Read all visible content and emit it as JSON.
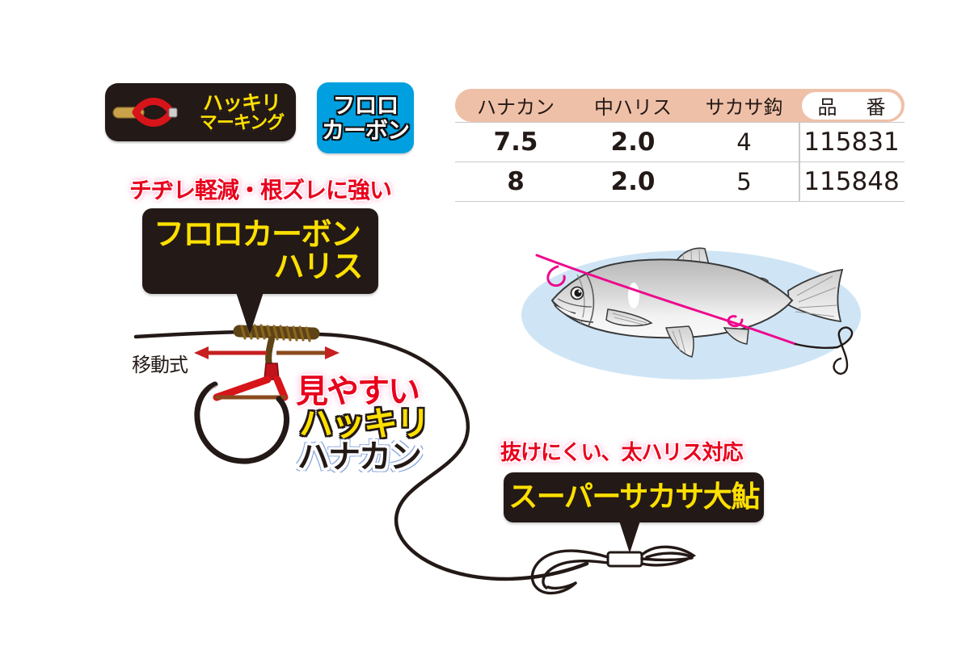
{
  "badges": {
    "marking": {
      "line1": "ハッキリ",
      "line2": "マーキング",
      "icon": "hanakan-ring-icon",
      "bg_color": "#231916",
      "text_color": "#FFE000"
    },
    "fluorocarbon": {
      "line1": "フロロ",
      "line2": "カーボン",
      "bg_color": "#00A0E0",
      "text_color": "#FFFFFF"
    }
  },
  "spec_table": {
    "header_bg": "#EFC0A8",
    "headers": [
      "ハナカン",
      "中ハリス",
      "サカサ鈎",
      "品　番"
    ],
    "rows": [
      {
        "hanakan": "7.5",
        "naka_harisu": "2.0",
        "sakasa_bari": "4",
        "hinban": "115831"
      },
      {
        "hanakan": "8",
        "naka_harisu": "2.0",
        "sakasa_bari": "5",
        "hinban": "115848"
      }
    ]
  },
  "callouts": {
    "fluoro": {
      "headline": "チヂレ軽減・根ズレに強い",
      "box_line1": "フロロカーボン",
      "box_line2": "ハリス",
      "headline_color": "#E8001C",
      "box_bg": "#231916",
      "box_text_color": "#FFE000"
    },
    "sakasa": {
      "headline": "抜けにくい、太ハリス対応",
      "box_line1": "スーパーサカサ大鮎",
      "headline_color": "#E8001C",
      "box_bg": "#231916",
      "box_text_color": "#FFE000"
    }
  },
  "wordmark_hanakan": {
    "line1": "見やすい",
    "line2": "ハッキリ",
    "line3": "ハナカン",
    "line1_color": "#E8001C",
    "line2_color": "#FFE000",
    "line3_color": "#231916"
  },
  "labels": {
    "idoushiki": "移動式"
  },
  "illustration": {
    "fish_name": "ayu-fish-illustration",
    "water_ellipse_color": "#CFE5F5",
    "fish_body_color": "#D9D9D9",
    "line_color": "#EC0A8C",
    "harisu_color": "#231916",
    "knot_color": "#7A5A1E",
    "hanakan_color": "#D7141A"
  }
}
